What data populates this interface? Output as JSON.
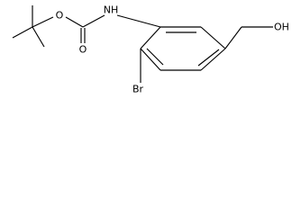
{
  "structure": {
    "atom_labels": {
      "ether_oxygen": "O",
      "carbonyl_oxygen": "O",
      "amide_nitrogen": "NH",
      "bromine": "Br",
      "hydroxyl": "OH"
    },
    "colors": {
      "background": "#ffffff",
      "bonds": "#000000",
      "labels": "#000000"
    }
  }
}
